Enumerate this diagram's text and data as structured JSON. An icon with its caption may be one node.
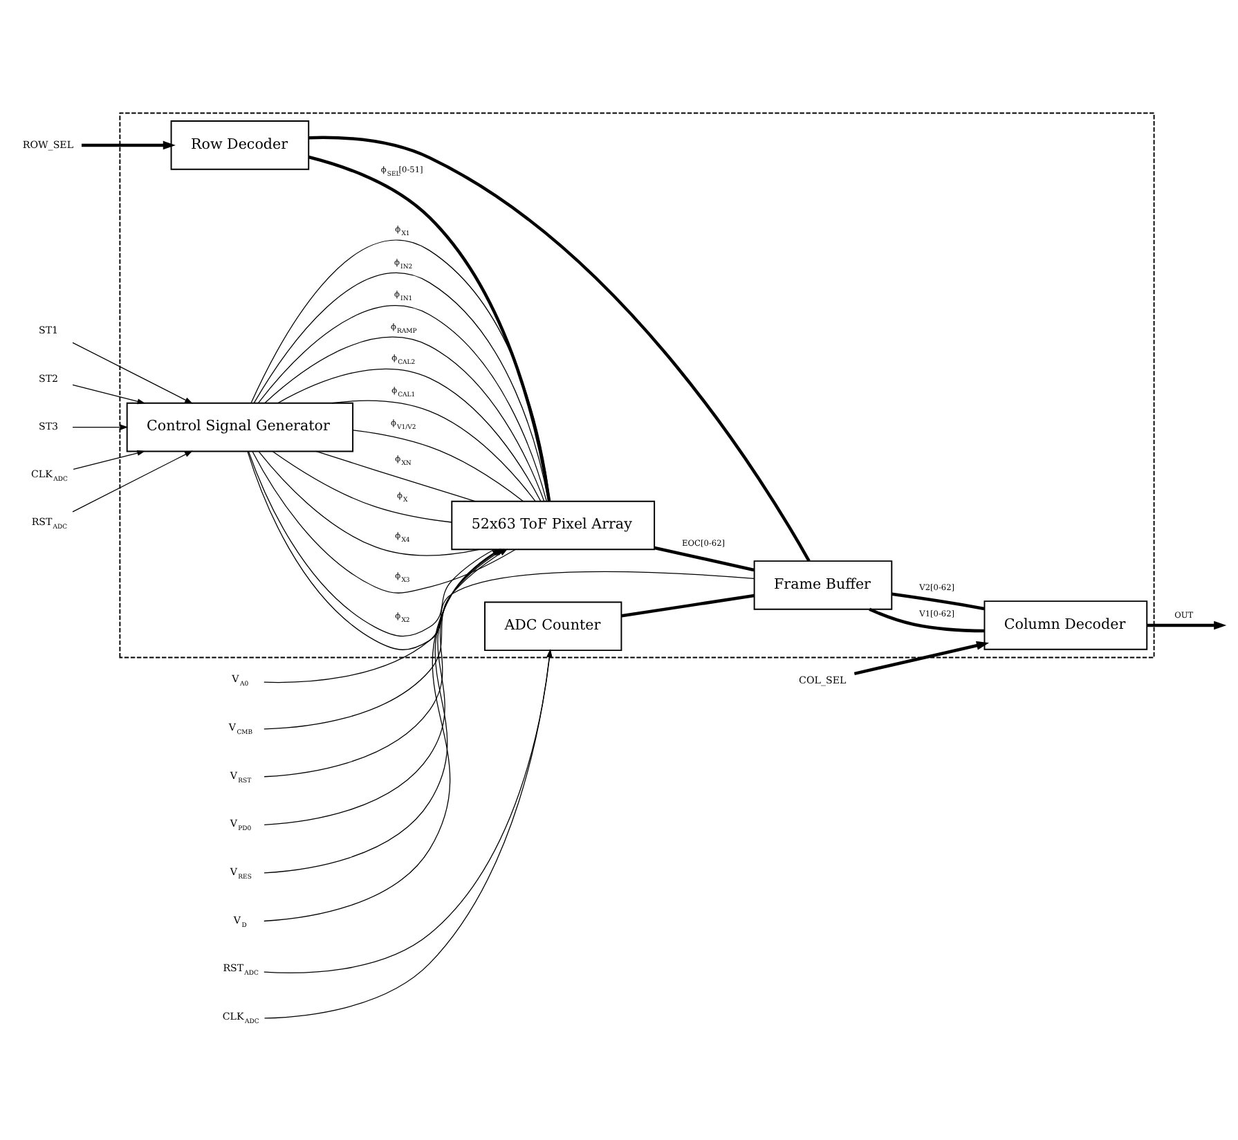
{
  "diagram": {
    "nodes": [
      {
        "text": [],
        "shape": "box"
      },
      {
        "text": [
          "Column Decoder"
        ],
        "in": 0
      },
      {
        "text": [
          "ADC Counter"
        ],
        "in": 0
      },
      {
        "text": [
          "Frame Buffer"
        ],
        "in": 0
      },
      {
        "text": [
          "Row Decoder"
        ],
        "in": 0
      },
      {
        "text": [
          "52x63 ToF Pixel Array"
        ],
        "in": 0
      },
      {
        "text": [
          "Control Signal Generator"
        ],
        "in": 0
      },
      {
        "text": [
          "COL_SEL"
        ]
      },
      {
        "text": [
          "CLK$_{ADC}$"
        ]
      },
      {
        "text": [
          "RST$_{ADC}$"
        ]
      },
      {
        "text": [
          "ROW_SEL"
        ]
      },
      {
        "text": [
          "CLK$_{ADC}$"
        ]
      },
      {
        "text": [
          "RST$_{ADC}$"
        ]
      },
      {
        "text": [
          "ST1"
        ]
      },
      {
        "text": [
          "ST2"
        ]
      },
      {
        "text": [
          "ST3"
        ]
      },
      {
        "text": [
          "V$_{PD0}$"
        ]
      },
      {
        "text": [
          "V$_{RES}$"
        ]
      },
      {
        "text": [
          "V$_{D}$"
        ]
      },
      {
        "text": [
          "V$_{A0}$"
        ]
      },
      {
        "text": [
          "V$_{CMB}$"
        ]
      },
      {
        "text": [
          "V$_{RST}$"
        ]
      }
    ],
    "edges": [
      {
        "from": 7,
        "to": 1,
        "arrow": "to",
        "style": "thick"
      },
      {
        "from": 8,
        "to": 2,
        "arrow": "to"
      },
      {
        "from": 9,
        "to": 2,
        "arrow": "to"
      },
      {
        "from": 10,
        "to": 4,
        "arrow": "to",
        "style": "thick"
      },
      {
        "from": 11,
        "to": 6,
        "arrow": "to"
      },
      {
        "from": 12,
        "to": 6,
        "arrow": "to"
      },
      {
        "from": 13,
        "to": 6,
        "arrow": "to"
      },
      {
        "from": 14,
        "to": 6,
        "arrow": "to"
      },
      {
        "from": 15,
        "to": 6,
        "arrow": "to"
      },
      {
        "from": 16,
        "to": 5,
        "arrow": "to"
      },
      {
        "from": 17,
        "to": 5,
        "arrow": "to"
      },
      {
        "from": 18,
        "to": 5,
        "arrow": "to"
      },
      {
        "from": 19,
        "to": 5,
        "arrow": "to"
      },
      {
        "from": 20,
        "to": 5,
        "arrow": "to"
      },
      {
        "from": 21,
        "to": 5,
        "arrow": "to"
      },
      {
        "from": 1,
        "to": null,
        "arrow": "to",
        "label": "OUT",
        "style": "thick"
      },
      {
        "from": 3,
        "to": 1,
        "arrow": "none",
        "label": "V1[0-62]",
        "style": "thick"
      },
      {
        "from": 3,
        "to": 1,
        "arrow": "none",
        "label": "V2[0-62]",
        "style": "thick"
      },
      {
        "from": 2,
        "to": 3,
        "arrow": "none",
        "style": "thick"
      },
      {
        "from": 5,
        "to": 3,
        "arrow": "none",
        "label": "EOC[0-62]",
        "style": "thick"
      },
      {
        "from": 4,
        "to": 5,
        "arrow": "none",
        "label": "ϕ$_{SEL}$[0-51]",
        "style": "thick"
      },
      {
        "from": 4,
        "to": 3,
        "arrow": "none",
        "style": "thick"
      },
      {
        "from": 6,
        "to": 3,
        "arrow": "none"
      },
      {
        "from": 6,
        "to": 5,
        "arrow": "none",
        "label": "ϕ$_{V1/V2}$"
      },
      {
        "from": 6,
        "to": 5,
        "arrow": "none",
        "label": "ϕ$_{CAL1}$"
      },
      {
        "from": 6,
        "to": 5,
        "arrow": "none",
        "label": "ϕ$_{CAL2}$"
      },
      {
        "from": 6,
        "to": 5,
        "arrow": "none",
        "label": "ϕ$_{RAMP}$"
      },
      {
        "from": 6,
        "to": 5,
        "arrow": "none",
        "label": "ϕ$_{IN1}$"
      },
      {
        "from": 6,
        "to": 5,
        "arrow": "none",
        "label": "ϕ$_{IN2}$"
      },
      {
        "from": 6,
        "to": 5,
        "arrow": "none",
        "label": "ϕ$_{X1}$"
      },
      {
        "from": 6,
        "to": 5,
        "arrow": "none",
        "label": "ϕ$_{X2}$"
      },
      {
        "from": 6,
        "to": 5,
        "arrow": "none",
        "label": "ϕ$_{X3}$"
      },
      {
        "from": 6,
        "to": 5,
        "arrow": "none",
        "label": "ϕ$_{X4}$"
      },
      {
        "from": 6,
        "to": 5,
        "arrow": "none",
        "label": "ϕ$_{X}$"
      },
      {
        "from": 6,
        "to": 5,
        "arrow": "none",
        "label": "ϕ$_{XN}$"
      }
    ]
  }
}
